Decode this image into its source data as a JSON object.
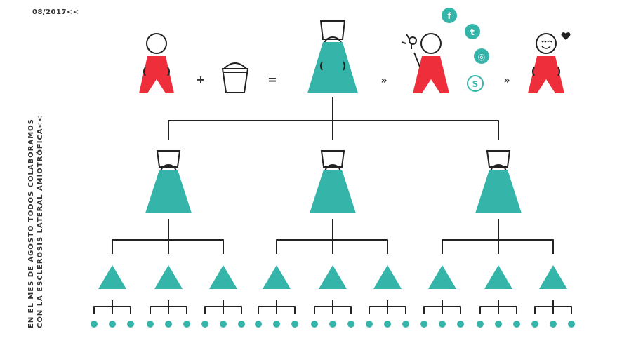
{
  "date": "08/2017<<",
  "side_text": {
    "line1": "EN EL MES DE AGOSTO TODOS COLABORAMOS",
    "line2": "CON LA ESCLEROSIS LATERAL AMIOTRÓFICA<<"
  },
  "operators": {
    "plus": "+",
    "equals": "=",
    "then1": "»",
    "then2": "»"
  },
  "social_icons": [
    {
      "icon": "facebook-icon",
      "letter": "f"
    },
    {
      "icon": "twitter-icon",
      "letter": "t"
    },
    {
      "icon": "instagram-icon",
      "letter": "◎"
    },
    {
      "icon": "skype-icon",
      "letter": "S"
    }
  ],
  "tree": {
    "level1": 3,
    "level2_per_node": 3,
    "level3_per_node": 3
  },
  "colors": {
    "red": "#ee2f3b",
    "teal": "#35b5aa",
    "line": "#222222",
    "text": "#333333"
  }
}
